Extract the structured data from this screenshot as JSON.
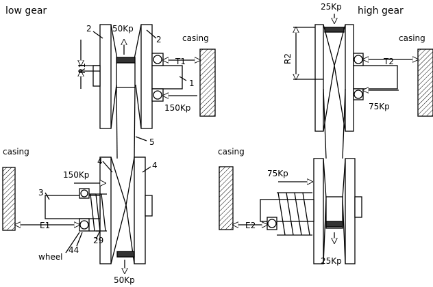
{
  "left": {
    "title": "low gear",
    "labels": {
      "part2_left": "2",
      "part2_right": "2",
      "force_top": "50Kp",
      "casing_top": "casing",
      "t1": "T1",
      "r1": "R1",
      "part1": "1",
      "force_150_right": "150Kp",
      "part5": "5",
      "casing_bottom": "casing",
      "part4_left": "4",
      "part4_right": "4",
      "force_150_left": "150Kp",
      "part3": "3",
      "e1": "E1",
      "part44": "44",
      "part29": "29",
      "wheel": "wheel",
      "force_bottom": "50Kp"
    }
  },
  "right": {
    "title": "high gear",
    "labels": {
      "force_top": "25Kp",
      "casing_top": "casing",
      "r2": "R2",
      "t2": "T2",
      "force_75_right": "75Kp",
      "casing_bottom": "casing",
      "force_75_left": "75Kp",
      "e2": "E2",
      "force_bottom": "25Kp"
    }
  }
}
